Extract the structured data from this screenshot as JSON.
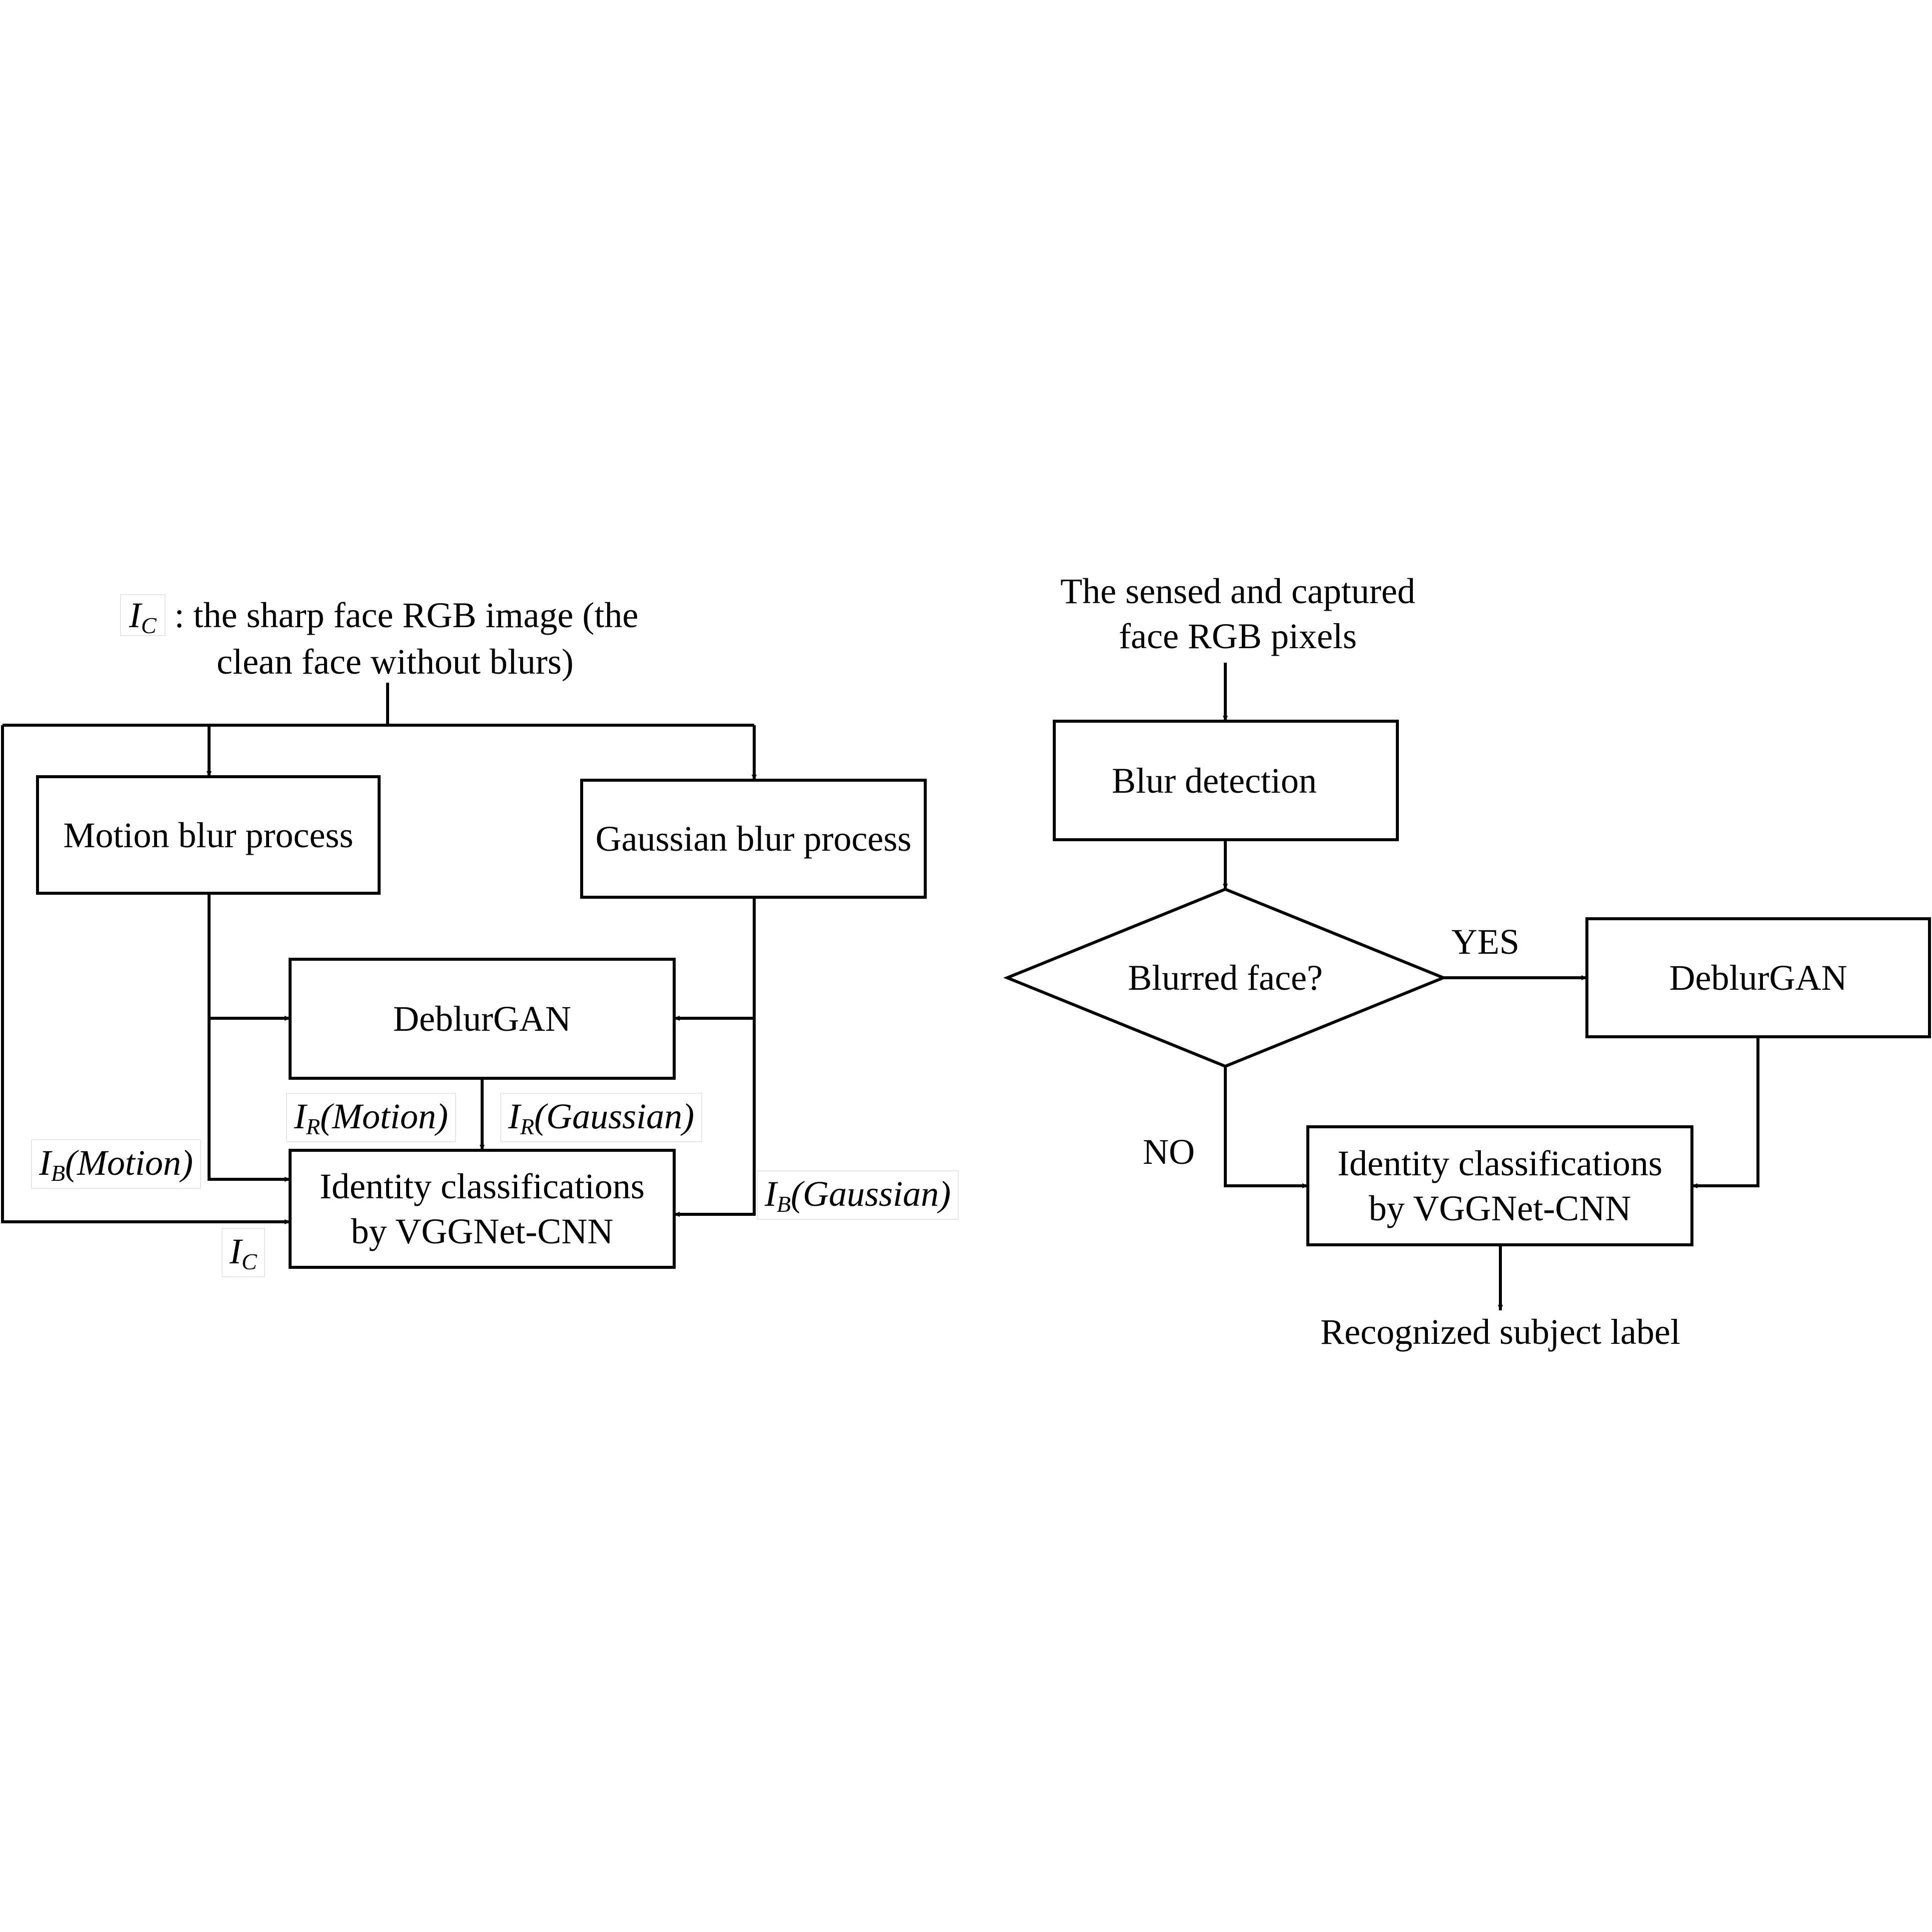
{
  "left": {
    "source": {
      "symbol": "I",
      "subscript": "C",
      "line1": " : the sharp face RGB image (the",
      "line2": "clean face without blurs)"
    },
    "motion_box": "Motion blur process",
    "gaussian_box": "Gaussian blur process",
    "deblurgan_box": "DeblurGAN",
    "identity_box": {
      "line1": "Identity classifications",
      "line2": "by VGGNet-CNN"
    },
    "labels": {
      "ir_motion": {
        "symbol": "I",
        "subscript": "R",
        "text": "(Motion)"
      },
      "ir_gaussian": {
        "symbol": "I",
        "subscript": "R",
        "text": "(Gaussian)"
      },
      "ib_motion": {
        "symbol": "I",
        "subscript": "B",
        "text": "(Motion)"
      },
      "ib_gaussian": {
        "symbol": "I",
        "subscript": "B",
        "text": "(Gaussian)"
      },
      "ic": {
        "symbol": "I",
        "subscript": "C"
      }
    }
  },
  "right": {
    "input": {
      "line1": "The sensed and captured",
      "line2": "face RGB pixels"
    },
    "blur_detection_box": "Blur detection",
    "decision": "Blurred face?",
    "yes_label": "YES",
    "no_label": "NO",
    "deblurgan_box": "DeblurGAN",
    "identity_box": {
      "line1": "Identity classifications",
      "line2": "by VGGNet-CNN"
    },
    "output": "Recognized subject label"
  }
}
